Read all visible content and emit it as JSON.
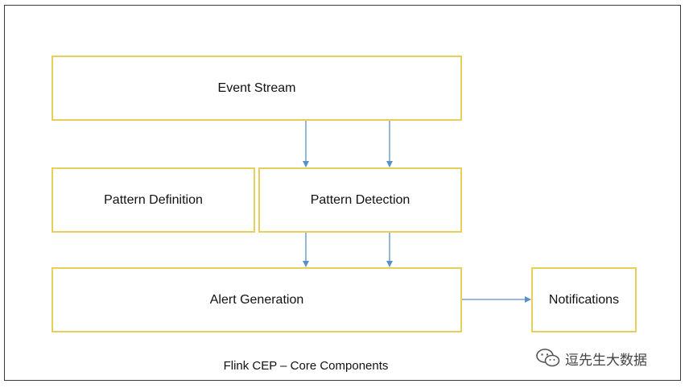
{
  "diagram": {
    "nodes": [
      {
        "id": "event-stream",
        "label": "Event Stream"
      },
      {
        "id": "pattern-definition",
        "label": "Pattern Definition"
      },
      {
        "id": "pattern-detection",
        "label": "Pattern Detection"
      },
      {
        "id": "alert-generation",
        "label": "Alert Generation"
      },
      {
        "id": "notifications",
        "label": "Notifications"
      }
    ],
    "edges": [
      {
        "from": "event-stream",
        "to": "pattern-detection"
      },
      {
        "from": "event-stream",
        "to": "pattern-detection"
      },
      {
        "from": "pattern-detection",
        "to": "alert-generation"
      },
      {
        "from": "pattern-detection",
        "to": "alert-generation"
      },
      {
        "from": "alert-generation",
        "to": "notifications"
      }
    ],
    "caption": "Flink CEP – Core Components"
  },
  "watermark": {
    "text": "逗先生大数据",
    "icon": "wechat-icon"
  },
  "colors": {
    "box_border": "#e8cf5a",
    "arrow": "#5b8fc7",
    "frame": "#3a3a3a"
  }
}
